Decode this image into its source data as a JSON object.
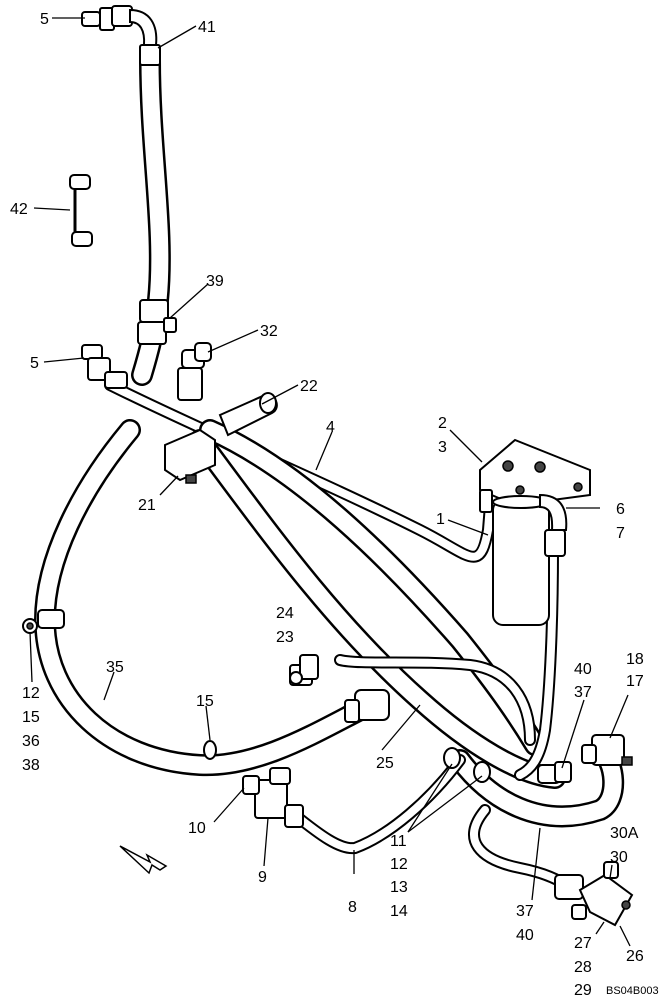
{
  "labels": [
    {
      "id": "l5a",
      "text": "5"
    },
    {
      "id": "l41",
      "text": "41"
    },
    {
      "id": "l42",
      "text": "42"
    },
    {
      "id": "l39",
      "text": "39"
    },
    {
      "id": "l5b",
      "text": "5"
    },
    {
      "id": "l32",
      "text": "32"
    },
    {
      "id": "l22",
      "text": "22"
    },
    {
      "id": "l4",
      "text": "4"
    },
    {
      "id": "l2",
      "text": "2"
    },
    {
      "id": "l3",
      "text": "3"
    },
    {
      "id": "l21",
      "text": "21"
    },
    {
      "id": "l1",
      "text": "1"
    },
    {
      "id": "l6",
      "text": "6"
    },
    {
      "id": "l7",
      "text": "7"
    },
    {
      "id": "l24",
      "text": "24"
    },
    {
      "id": "l23",
      "text": "23"
    },
    {
      "id": "l18",
      "text": "18"
    },
    {
      "id": "l17",
      "text": "17"
    },
    {
      "id": "l40a",
      "text": "40"
    },
    {
      "id": "l37a",
      "text": "37"
    },
    {
      "id": "l35",
      "text": "35"
    },
    {
      "id": "l12a",
      "text": "12"
    },
    {
      "id": "l15a",
      "text": "15"
    },
    {
      "id": "l36",
      "text": "36"
    },
    {
      "id": "l38",
      "text": "38"
    },
    {
      "id": "l15b",
      "text": "15"
    },
    {
      "id": "l25",
      "text": "25"
    },
    {
      "id": "l10",
      "text": "10"
    },
    {
      "id": "l9",
      "text": "9"
    },
    {
      "id": "l11",
      "text": "11"
    },
    {
      "id": "l12b",
      "text": "12"
    },
    {
      "id": "l13",
      "text": "13"
    },
    {
      "id": "l14",
      "text": "14"
    },
    {
      "id": "l8",
      "text": "8"
    },
    {
      "id": "l30A",
      "text": "30A"
    },
    {
      "id": "l30",
      "text": "30"
    },
    {
      "id": "l37b",
      "text": "37"
    },
    {
      "id": "l40b",
      "text": "40"
    },
    {
      "id": "l27",
      "text": "27"
    },
    {
      "id": "l26",
      "text": "26"
    },
    {
      "id": "l28",
      "text": "28"
    },
    {
      "id": "l29",
      "text": "29"
    }
  ],
  "drawing_code": "BS04B003"
}
